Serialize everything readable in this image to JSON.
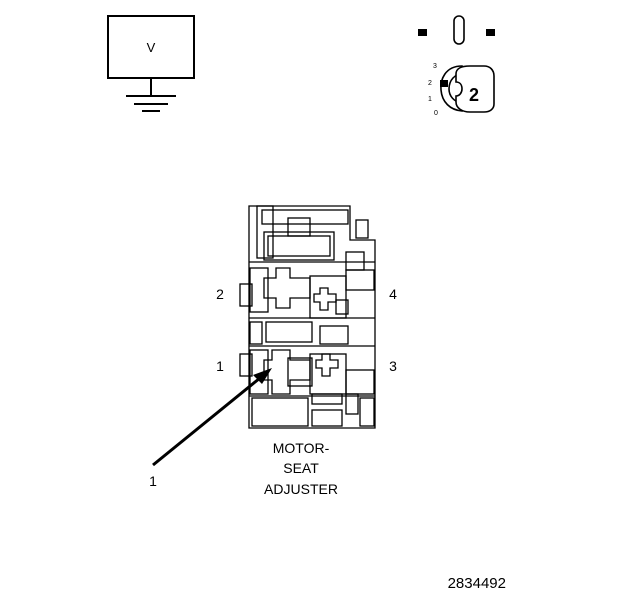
{
  "voltmeter": {
    "symbol": "V"
  },
  "ignition": {
    "positions": [
      "3",
      "2",
      "1",
      "0"
    ],
    "key_number": "2"
  },
  "connector": {
    "pin_labels": {
      "top_left": "2",
      "top_right": "4",
      "bottom_left": "1",
      "bottom_right": "3"
    },
    "caption": {
      "line1": "MOTOR-",
      "line2": "SEAT",
      "line3": "ADJUSTER"
    }
  },
  "callout": {
    "number": "1"
  },
  "figure_number": "2834492",
  "colors": {
    "ink": "#000000",
    "background": "#ffffff"
  }
}
